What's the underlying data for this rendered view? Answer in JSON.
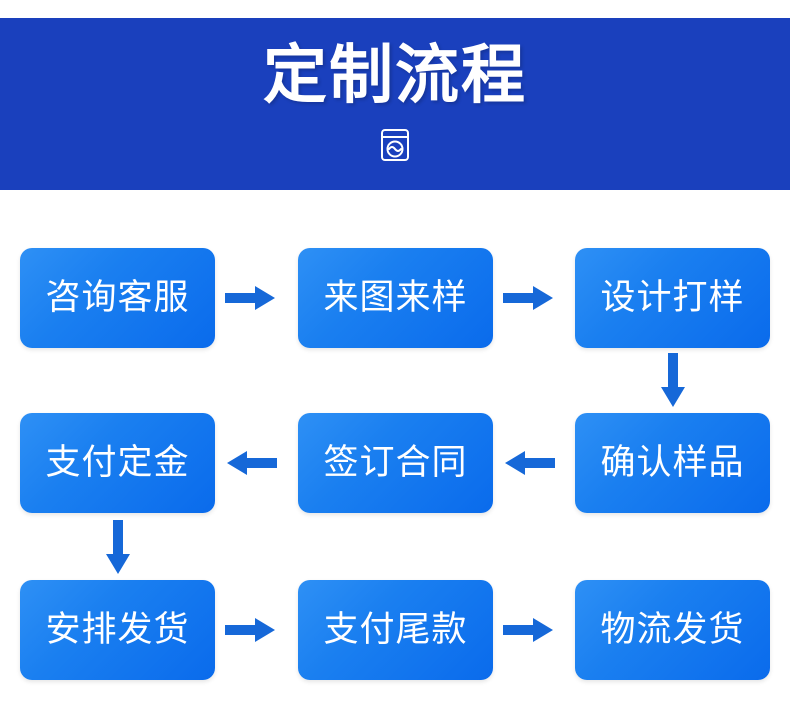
{
  "header": {
    "title": "定制流程",
    "icon": "washing-machine-icon",
    "background_color": "#1a40bd",
    "text_color": "#ffffff"
  },
  "theme": {
    "box_gradient_start": "#2e90f5",
    "box_gradient_end": "#0a6bec",
    "arrow_color": "#1668d8",
    "page_background": "#ffffff"
  },
  "flow": {
    "rows": [
      {
        "direction": "left-to-right",
        "steps": [
          {
            "label": "咨询客服"
          },
          {
            "label": "来图来样"
          },
          {
            "label": "设计打样"
          }
        ],
        "arrows": [
          "arrow-right",
          "arrow-right"
        ]
      },
      {
        "direction": "right-to-left",
        "steps": [
          {
            "label": "支付定金"
          },
          {
            "label": "签订合同"
          },
          {
            "label": "确认样品"
          }
        ],
        "arrows": [
          "arrow-left",
          "arrow-left"
        ]
      },
      {
        "direction": "left-to-right",
        "steps": [
          {
            "label": "安排发货"
          },
          {
            "label": "支付尾款"
          },
          {
            "label": "物流发货"
          }
        ],
        "arrows": [
          "arrow-right",
          "arrow-right"
        ]
      }
    ],
    "connectors": [
      {
        "name": "connector-row1-to-row2",
        "icon": "arrow-down",
        "side": "right"
      },
      {
        "name": "connector-row2-to-row3",
        "icon": "arrow-down",
        "side": "left"
      }
    ]
  }
}
